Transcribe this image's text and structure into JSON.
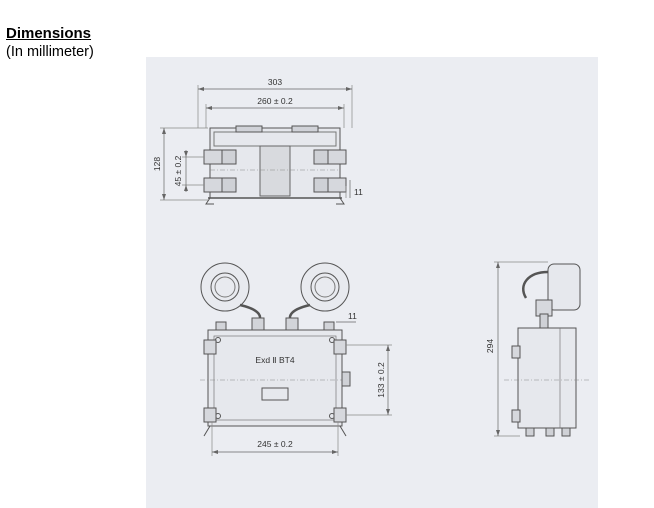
{
  "header": {
    "title": "Dimensions",
    "subtitle": "(In millimeter)"
  },
  "drawing": {
    "top_view": {
      "overall_width": "303",
      "mount_width": "260 ± 0.2",
      "overall_height": "128",
      "mount_spacing": "45 ± 0.2",
      "clearance": "11"
    },
    "front_view": {
      "marking": "Exd Ⅱ BT4",
      "clearance": "11",
      "mount_height": "133 ± 0.2",
      "mount_width": "245 ± 0.2"
    },
    "side_view": {
      "overall_height": "294"
    }
  },
  "colors": {
    "panel_bg": "#ebedf2",
    "line": "#555555",
    "light_line": "#888888"
  }
}
